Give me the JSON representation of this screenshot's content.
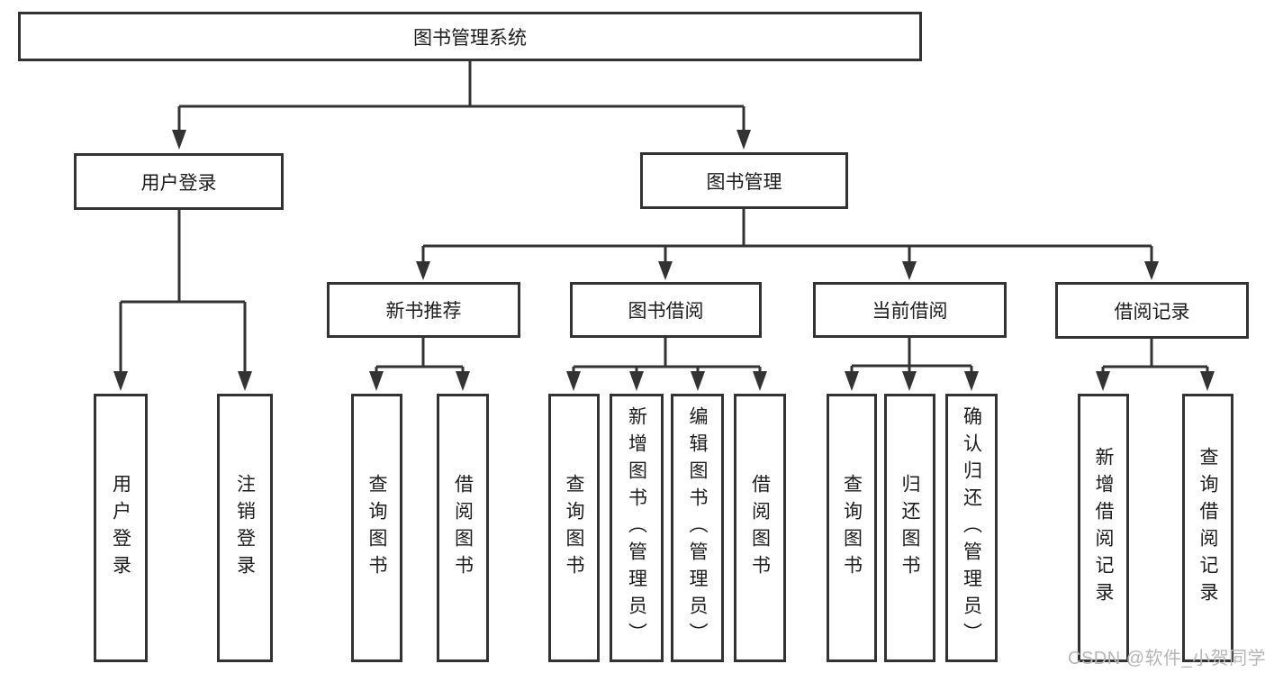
{
  "palette": {
    "line": "#333333",
    "box_border": "#333333",
    "box_fill": "#ffffff",
    "text": "#1c1c1c",
    "watermark": "#b6b6b6",
    "background": "#ffffff"
  },
  "tree": {
    "root": {
      "label": "图书管理系统"
    },
    "branches": [
      {
        "label": "用户登录",
        "children": [
          {
            "label": "用户登录"
          },
          {
            "label": "注销登录"
          }
        ]
      },
      {
        "label": "图书管理",
        "children": [
          {
            "label": "新书推荐",
            "children": [
              {
                "label": "查询图书"
              },
              {
                "label": "借阅图书"
              }
            ]
          },
          {
            "label": "图书借阅",
            "children": [
              {
                "label": "查询图书"
              },
              {
                "label": "新增图书（管理员）"
              },
              {
                "label": "编辑图书（管理员）"
              },
              {
                "label": "借阅图书"
              }
            ]
          },
          {
            "label": "当前借阅",
            "children": [
              {
                "label": "查询图书"
              },
              {
                "label": "归还图书"
              },
              {
                "label": "确认归还（管理员）"
              }
            ]
          },
          {
            "label": "借阅记录",
            "children": [
              {
                "label": "新增借阅记录"
              },
              {
                "label": "查询借阅记录"
              }
            ]
          }
        ]
      }
    ]
  },
  "watermark": {
    "text": "CSDN @软件_小贺同学"
  }
}
